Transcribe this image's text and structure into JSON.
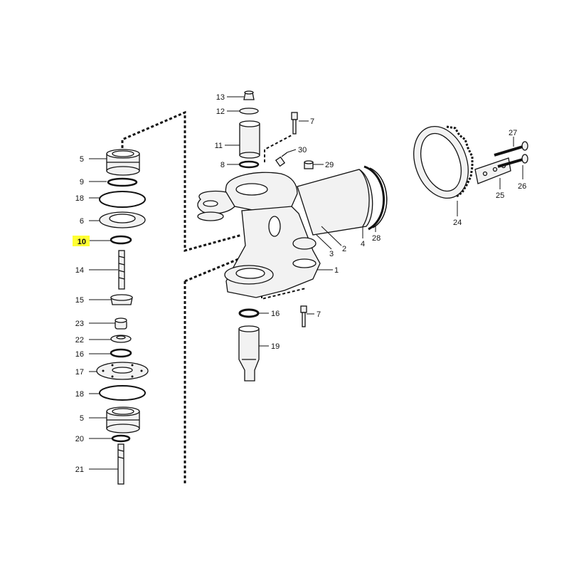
{
  "callouts": {
    "left": [
      {
        "id": "left-5-top",
        "label": "5"
      },
      {
        "id": "left-9",
        "label": "9"
      },
      {
        "id": "left-18-top",
        "label": "18"
      },
      {
        "id": "left-6",
        "label": "6"
      },
      {
        "id": "left-10",
        "label": "10",
        "highlight": true
      },
      {
        "id": "left-14",
        "label": "14"
      },
      {
        "id": "left-15",
        "label": "15"
      },
      {
        "id": "left-23",
        "label": "23"
      },
      {
        "id": "left-22",
        "label": "22"
      },
      {
        "id": "left-16",
        "label": "16"
      },
      {
        "id": "left-17",
        "label": "17"
      },
      {
        "id": "left-18-bottom",
        "label": "18"
      },
      {
        "id": "left-5-bottom",
        "label": "5"
      },
      {
        "id": "left-20",
        "label": "20"
      },
      {
        "id": "left-21",
        "label": "21"
      }
    ],
    "center": [
      {
        "id": "c-13",
        "label": "13"
      },
      {
        "id": "c-12",
        "label": "12"
      },
      {
        "id": "c-11",
        "label": "11"
      },
      {
        "id": "c-8",
        "label": "8"
      },
      {
        "id": "c-7-top",
        "label": "7"
      },
      {
        "id": "c-30",
        "label": "30"
      },
      {
        "id": "c-29",
        "label": "29"
      },
      {
        "id": "c-3",
        "label": "3"
      },
      {
        "id": "c-2",
        "label": "2"
      },
      {
        "id": "c-4",
        "label": "4"
      },
      {
        "id": "c-28",
        "label": "28"
      },
      {
        "id": "c-1",
        "label": "1"
      },
      {
        "id": "c-16",
        "label": "16"
      },
      {
        "id": "c-7-bottom",
        "label": "7"
      },
      {
        "id": "c-19",
        "label": "19"
      }
    ],
    "right": [
      {
        "id": "r-27",
        "label": "27"
      },
      {
        "id": "r-26",
        "label": "26"
      },
      {
        "id": "r-25",
        "label": "25"
      },
      {
        "id": "r-24",
        "label": "24"
      }
    ]
  },
  "colors": {
    "highlight": "#ffff33",
    "line": "#111111",
    "fill": "#f2f2f2"
  }
}
